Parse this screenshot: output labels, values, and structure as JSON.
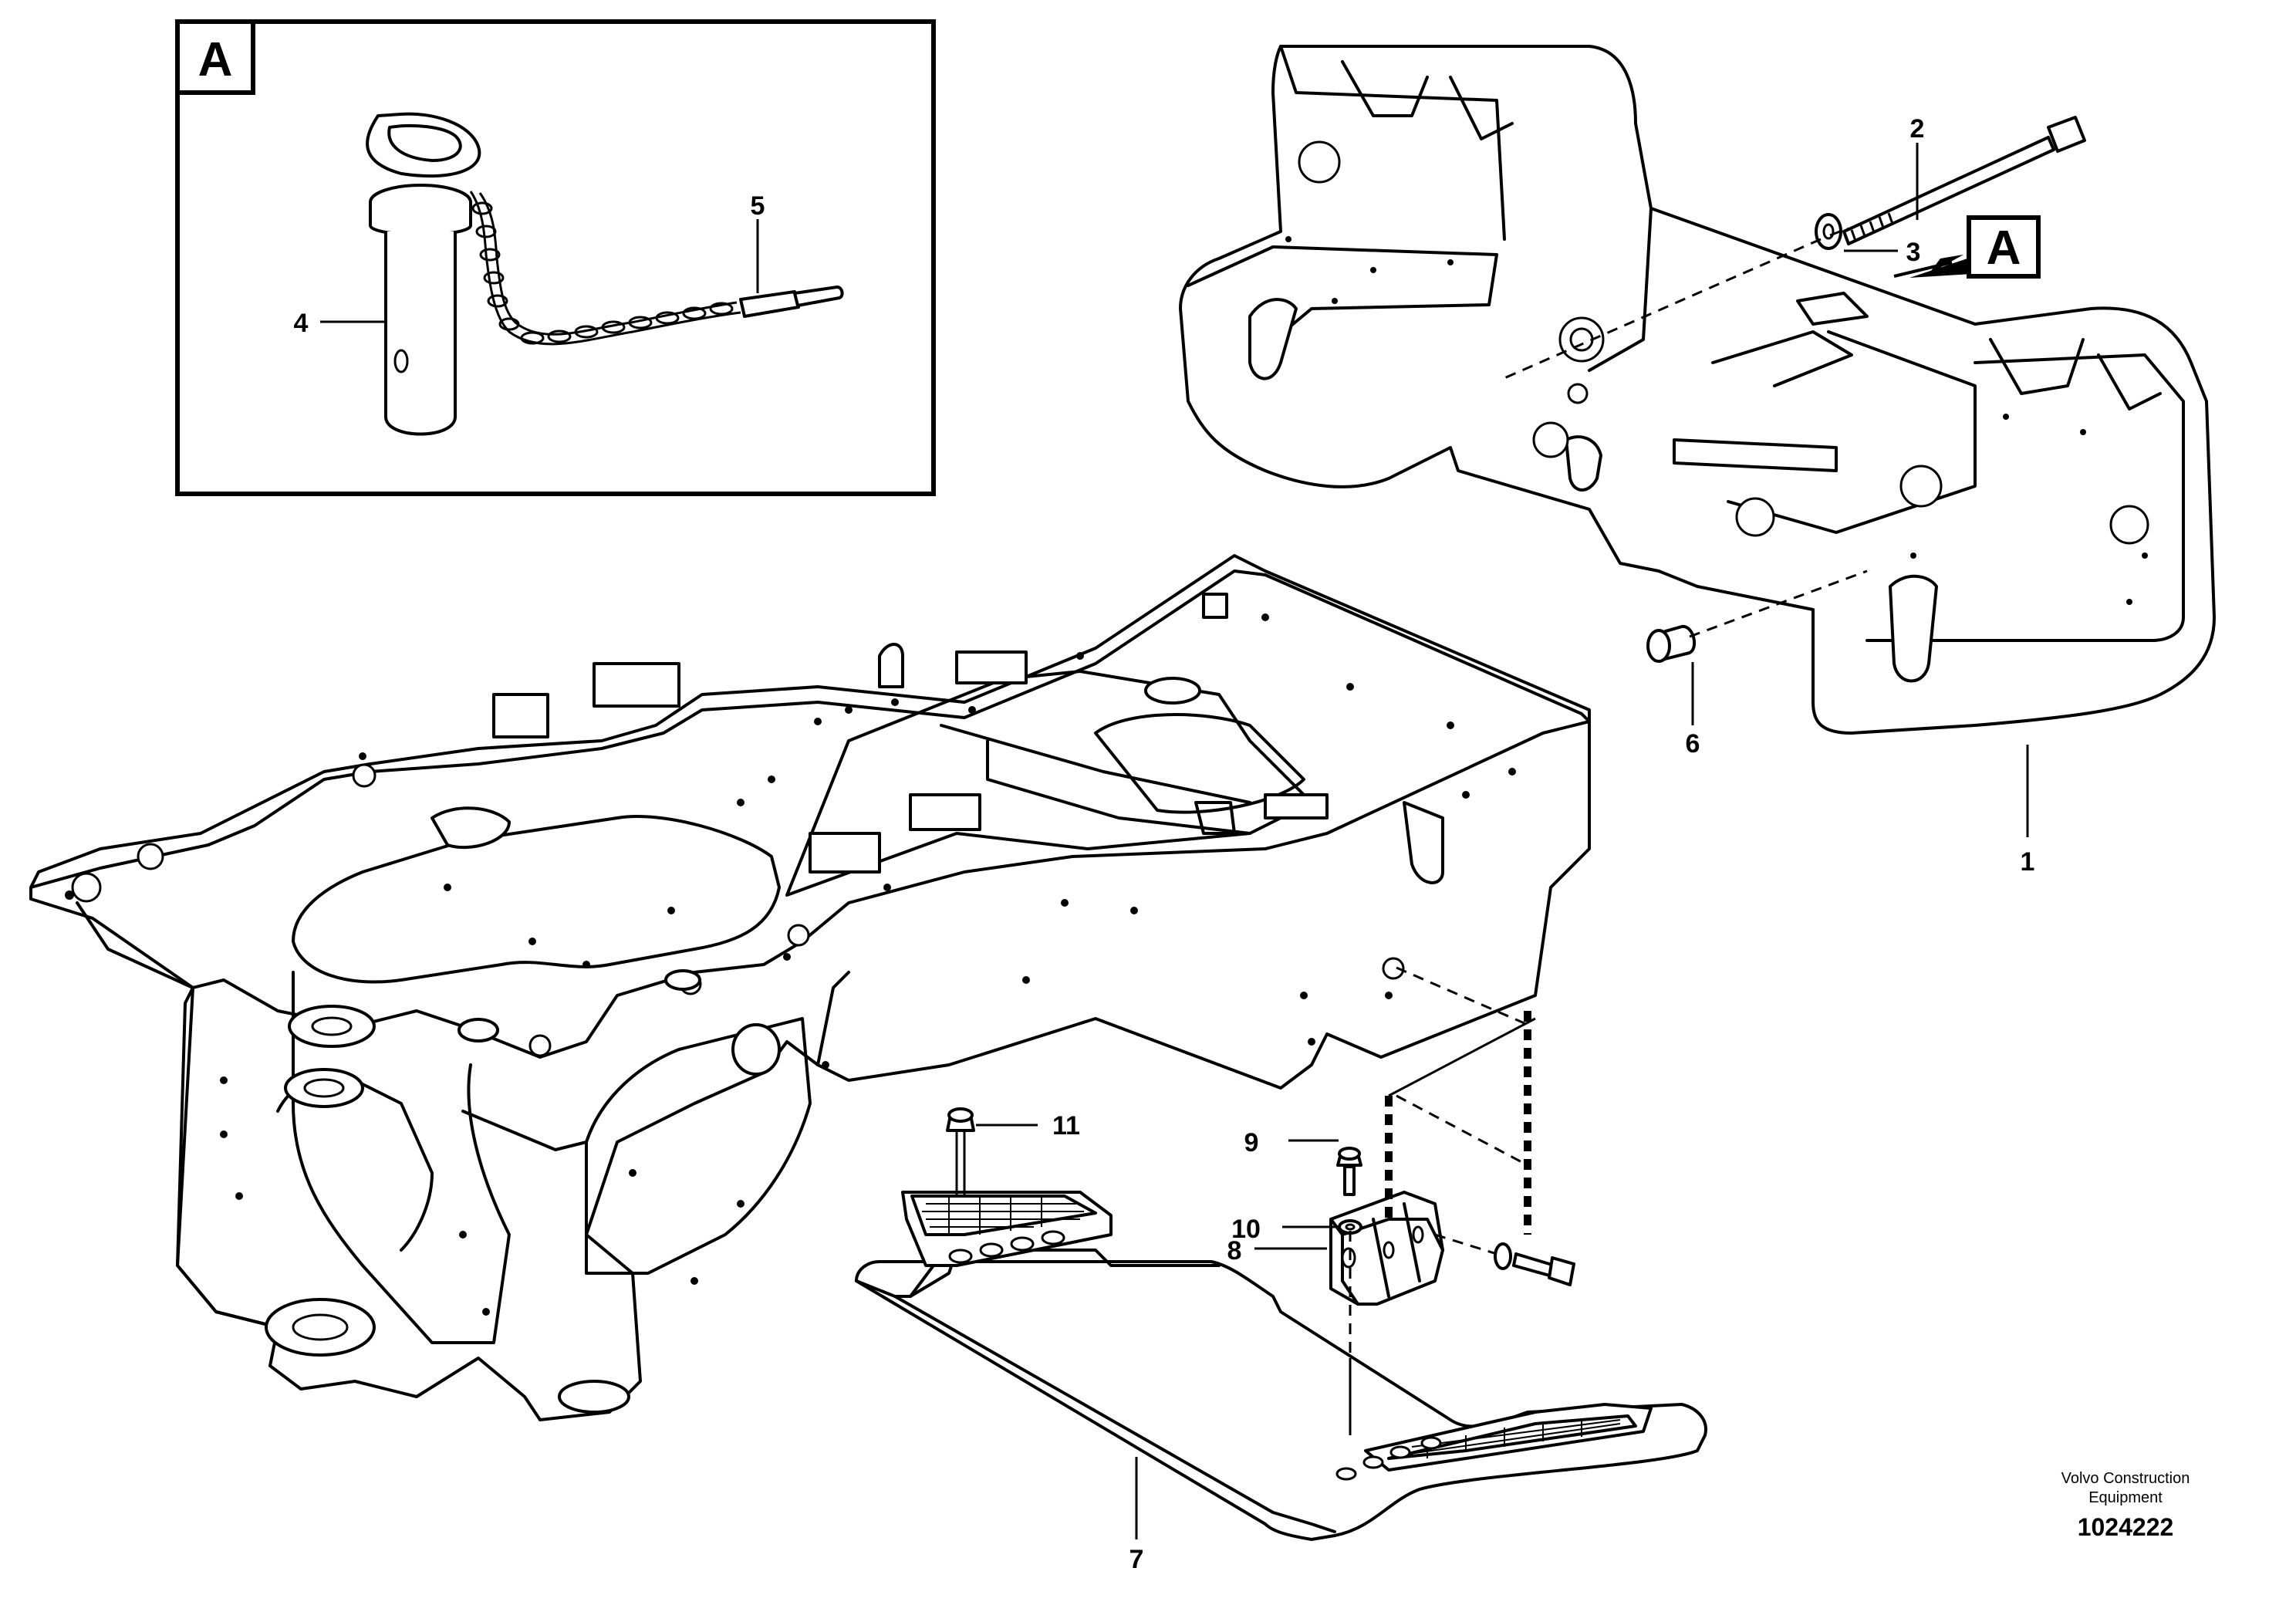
{
  "detail": {
    "letter": "A"
  },
  "callouts": {
    "c1": "1",
    "c2": "2",
    "c3": "3",
    "c4": "4",
    "c5": "5",
    "c6": "6",
    "c7": "7",
    "c8": "8",
    "c9": "9",
    "c10": "10",
    "c11": "11"
  },
  "view_marker": {
    "letter": "A"
  },
  "credit": {
    "line1": "Volvo Construction",
    "line2": "Equipment"
  },
  "drawing_number": "1024222"
}
